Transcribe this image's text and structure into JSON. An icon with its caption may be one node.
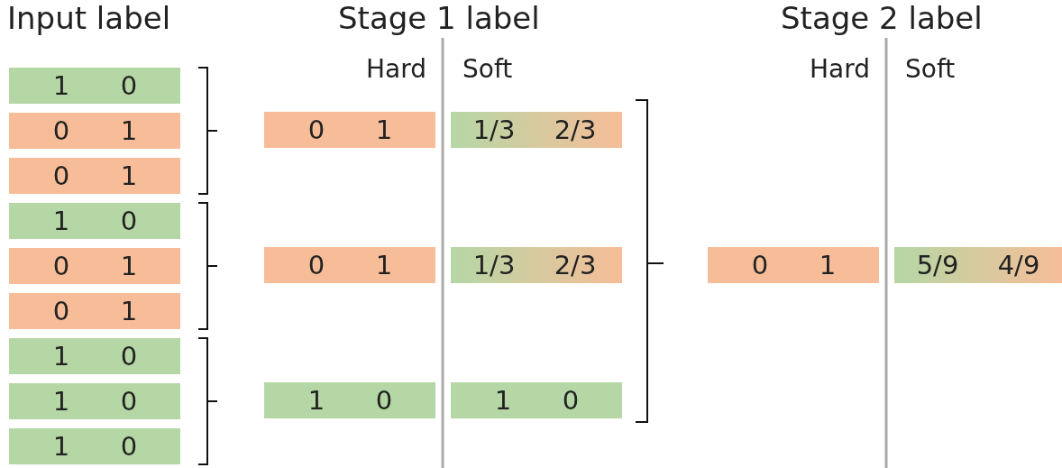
{
  "diagram": {
    "nodes": [
      {
        "text": [
          "1",
          "0"
        ]
      },
      {
        "text": [
          "0",
          "1"
        ]
      },
      {
        "text": [
          "0",
          "1"
        ]
      },
      {
        "text": [
          "1",
          "0"
        ]
      },
      {
        "text": [
          "0",
          "1"
        ]
      },
      {
        "text": [
          "0",
          "1"
        ]
      },
      {
        "text": [
          "1",
          "0"
        ]
      },
      {
        "text": [
          "1",
          "0"
        ]
      },
      {
        "text": [
          "1",
          "0"
        ]
      },
      {
        "text": [
          "0",
          "1"
        ]
      },
      {
        "text": [
          "0",
          "1"
        ]
      },
      {
        "text": [
          "1",
          "0"
        ]
      },
      {
        "text": [
          "1/3",
          "2/3"
        ]
      },
      {
        "text": [
          "1/3",
          "2/3"
        ]
      },
      {
        "text": [
          "1",
          "0"
        ]
      },
      {
        "text": [
          "0",
          "1"
        ]
      },
      {
        "text": [
          "5/9",
          "4/9"
        ]
      }
    ],
    "labels": [
      "Input label",
      "Stage 1 label",
      "Stage 2 label",
      "Hard",
      "Soft",
      "Hard",
      "Soft"
    ]
  }
}
